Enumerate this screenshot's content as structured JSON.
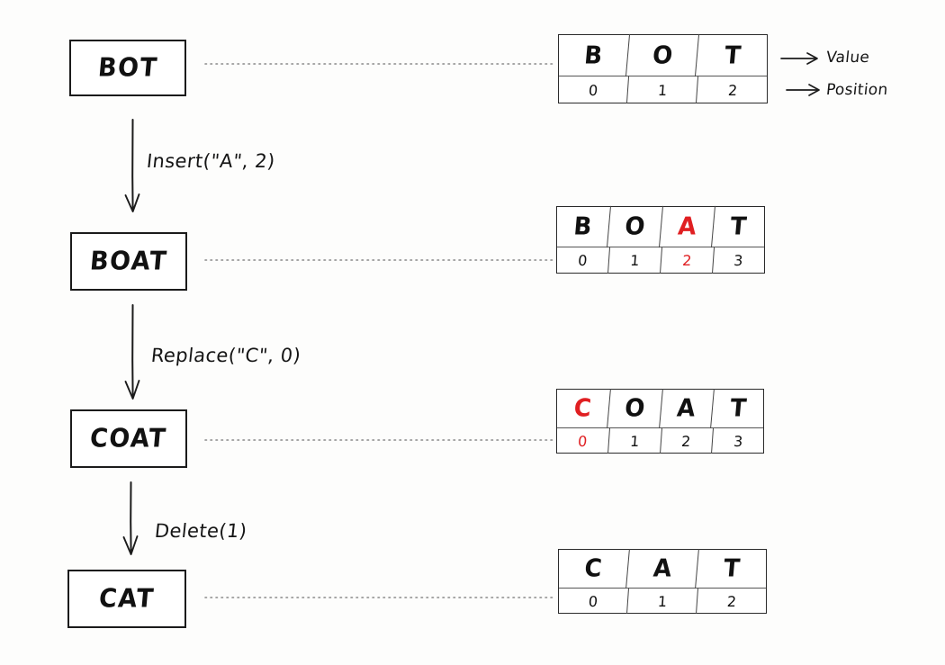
{
  "diagram": {
    "title_semantic": "string-mutation-operations-diagram",
    "background_color": "#fdfdfc",
    "ink_color": "#141414",
    "highlight_color": "#e01f22"
  },
  "states": [
    {
      "id": "state-bot",
      "label": "BOT"
    },
    {
      "id": "state-boat",
      "label": "BOAT"
    },
    {
      "id": "state-coat",
      "label": "COAT"
    },
    {
      "id": "state-cat",
      "label": "CAT"
    }
  ],
  "operations": [
    {
      "id": "op-insert",
      "label": "Insert(\"A\", 2)",
      "from": "BOT",
      "to": "BOAT"
    },
    {
      "id": "op-replace",
      "label": "Replace(\"C\", 0)",
      "from": "BOAT",
      "to": "COAT"
    },
    {
      "id": "op-delete",
      "label": "Delete(1)",
      "from": "COAT",
      "to": "CAT"
    }
  ],
  "annotations": [
    {
      "id": "annot-value",
      "label": "Value"
    },
    {
      "id": "annot-position",
      "label": "Position"
    }
  ],
  "tables": [
    {
      "id": "table-bot",
      "for_state": "BOT",
      "values": [
        "B",
        "O",
        "T"
      ],
      "positions": [
        "0",
        "1",
        "2"
      ],
      "highlight_index": null
    },
    {
      "id": "table-boat",
      "for_state": "BOAT",
      "values": [
        "B",
        "O",
        "A",
        "T"
      ],
      "positions": [
        "0",
        "1",
        "2",
        "3"
      ],
      "highlight_index": 2
    },
    {
      "id": "table-coat",
      "for_state": "COAT",
      "values": [
        "C",
        "O",
        "A",
        "T"
      ],
      "positions": [
        "0",
        "1",
        "2",
        "3"
      ],
      "highlight_index": 0
    },
    {
      "id": "table-cat",
      "for_state": "CAT",
      "values": [
        "C",
        "A",
        "T"
      ],
      "positions": [
        "0",
        "1",
        "2"
      ],
      "highlight_index": null
    }
  ]
}
